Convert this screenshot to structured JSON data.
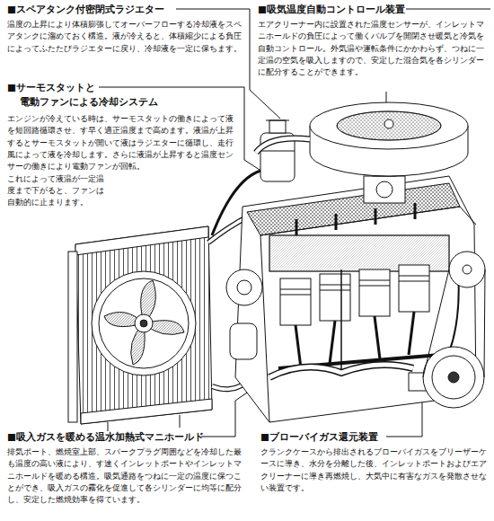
{
  "diagram": {
    "labels": [
      "■スペアタンク付密閉式ラジエター",
      "温度の上昇により体積膨張してオーバーフローする冷却液をスペアタンクに溜めておく構造。液が冷えると、体積縮少による負圧によってふたたびラジエターに戻り、冷却液を一定に保ちます。",
      "■サーモスタットと",
      "電動ファンによる冷却システム",
      "エンジンが冷えている時は、サーモスタットの働きによって液を短回路循環させ、す早く適正温度まで高めます。液温が上昇するとサーモスタットが開いて液はラジエターに循環し、走行風によって液を冷却します。さらに液温が上昇すると温度センサーの働きにより電動ファンが回転。",
      "これによって液温が一定温度まで下がると、ファンは自動的に止まります。",
      "■吸気温度自動コントロール装置",
      "エアクリーナー内に設置された温度センサーが、インレットマニホールドの負圧によって働くバルブを開閉させ暖気と冷気を自動コントロール。外気温や運転条件にかかわらず、つねに一定温の空気を吸入しますので、安定した混合気を各シリンダーに配分することができます。",
      "■吸入ガスを暖める温水加熱式マニホールド",
      "排気ポート、燃焼室上部、スパークプラグ周囲などを冷却した最も温度の高い液により、す速くインレットポートやインレットマニホールドを暖める構造。吸気通路をつねに一定の温度に保つことができ、吸入ガスの霧化を促進して各シリンダーに均等に配分し、安定した燃焼効率を得ています。",
      "■ブローバイガス還元装置",
      "クランクケースから排出されるブローバイガスをブリーザーケースに導き、水分を分離した後、インレットポートおよびエアクリーナーに導き再燃焼し、大気中に有害なガスを発散させない装置です。"
    ]
  }
}
